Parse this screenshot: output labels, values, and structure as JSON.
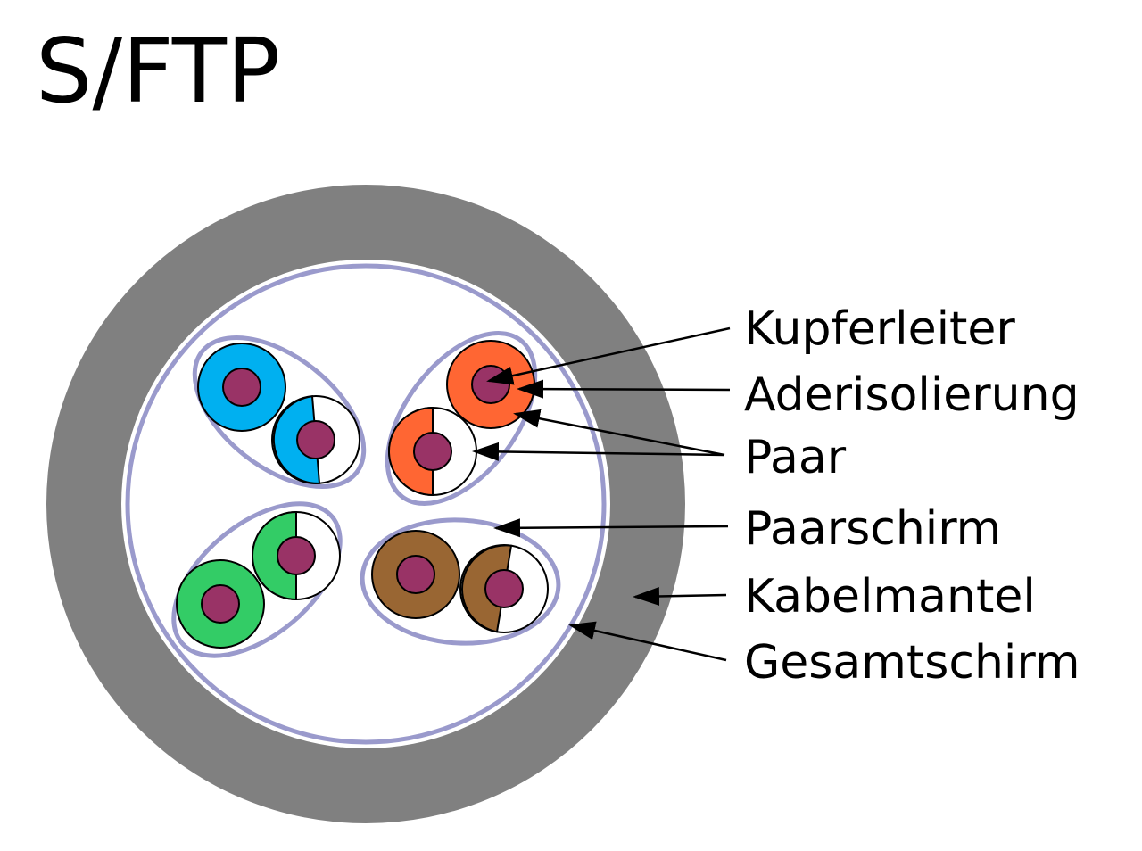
{
  "title": "S/FTP",
  "labels": {
    "kupferleiter": "Kupferleiter",
    "aderisolierung": "Aderisolierung",
    "paar": "Paar",
    "paarschirm": "Paarschirm",
    "kabelmantel": "Kabelmantel",
    "gesamtschirm": "Gesamtschirm"
  },
  "colors": {
    "jacket": "#808080",
    "shield": "#9a9acc",
    "copper": "#993366",
    "blue": "#00b0f0",
    "orange": "#ff6633",
    "green": "#33cc66",
    "brown": "#996633",
    "white": "#ffffff"
  }
}
